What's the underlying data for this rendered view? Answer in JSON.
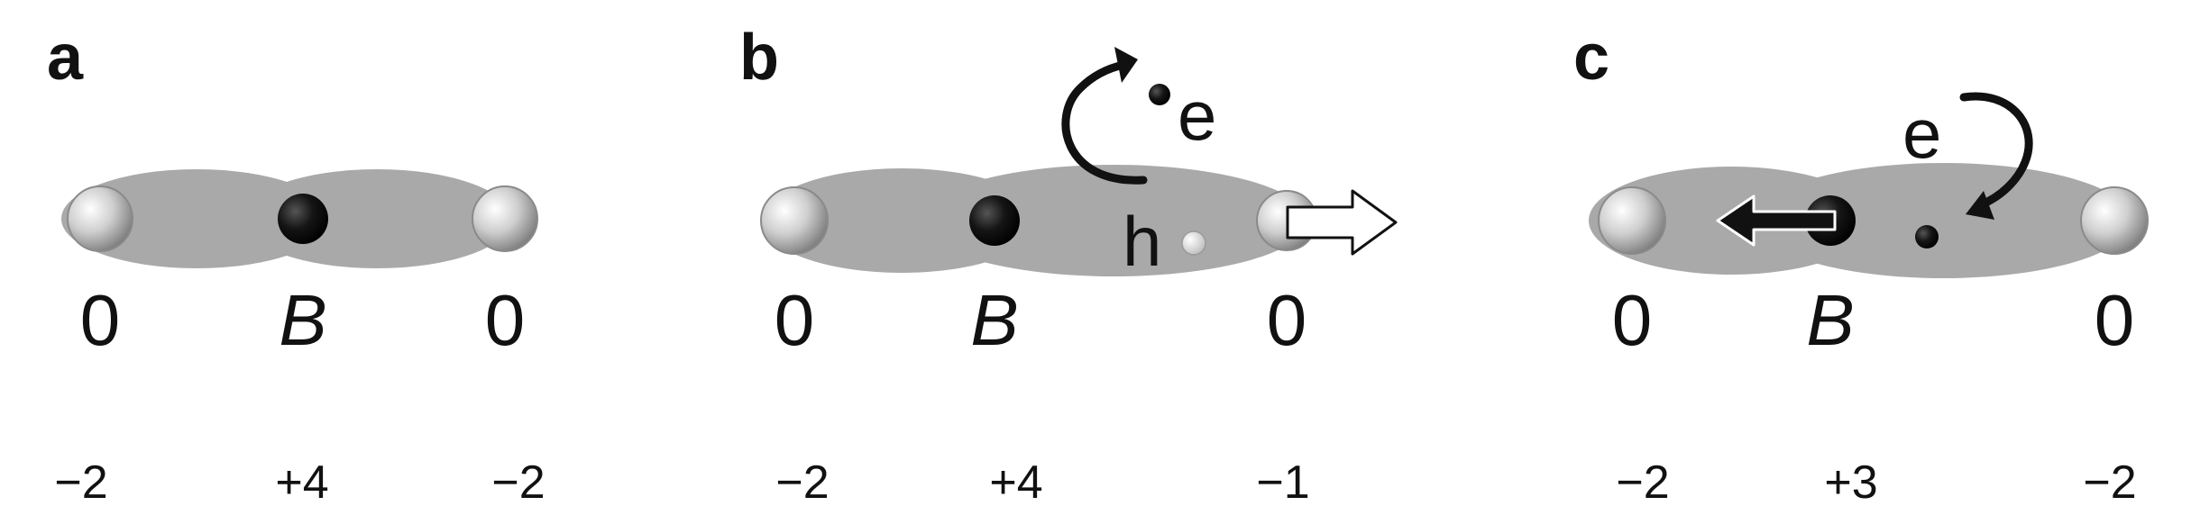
{
  "colors": {
    "lobe": "#a9a9a9",
    "end_atom": "#bfbfbf",
    "center_atom": "#111111",
    "arrow": "#111111",
    "background": "#ffffff"
  },
  "panels": [
    {
      "label": "a",
      "sites": [
        "0",
        "B",
        "0"
      ],
      "charges": [
        "−2",
        "+4",
        "−2"
      ]
    },
    {
      "label": "b",
      "sites": [
        "0",
        "B",
        "0"
      ],
      "charges": [
        "−2",
        "+4",
        "−1"
      ],
      "carriers": {
        "electron": "e",
        "hole": "h"
      },
      "arrows": {
        "curved": "electron-excitation",
        "hollow": "right"
      }
    },
    {
      "label": "c",
      "sites": [
        "0",
        "B",
        "0"
      ],
      "charges": [
        "−2",
        "+3",
        "−2"
      ],
      "carriers": {
        "electron": "e"
      },
      "arrows": {
        "curved": "electron-capture",
        "boxed": "left"
      }
    }
  ]
}
